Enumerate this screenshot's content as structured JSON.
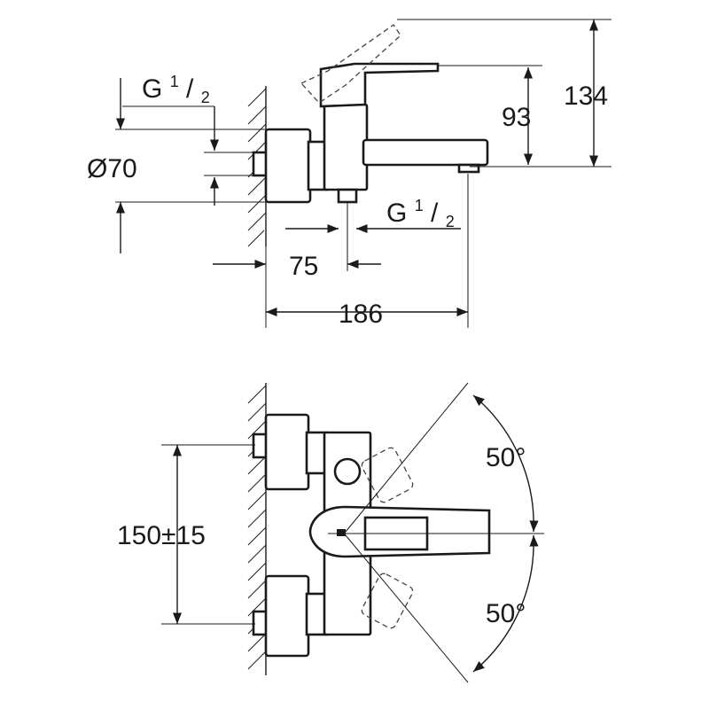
{
  "side_view": {
    "dim_height_total": "134",
    "dim_height_spout": "93",
    "dim_diameter": "Ø70",
    "dim_thread_top_main": "G",
    "dim_thread_top_num": "1",
    "dim_thread_top_den": "2",
    "dim_thread_bottom_main": "G",
    "dim_thread_bottom_num": "1",
    "dim_thread_bottom_den": "2",
    "dim_projection": "75",
    "dim_length": "186"
  },
  "top_view": {
    "dim_centers": "150±15",
    "angle_upper": "50°",
    "angle_lower": "50°"
  }
}
